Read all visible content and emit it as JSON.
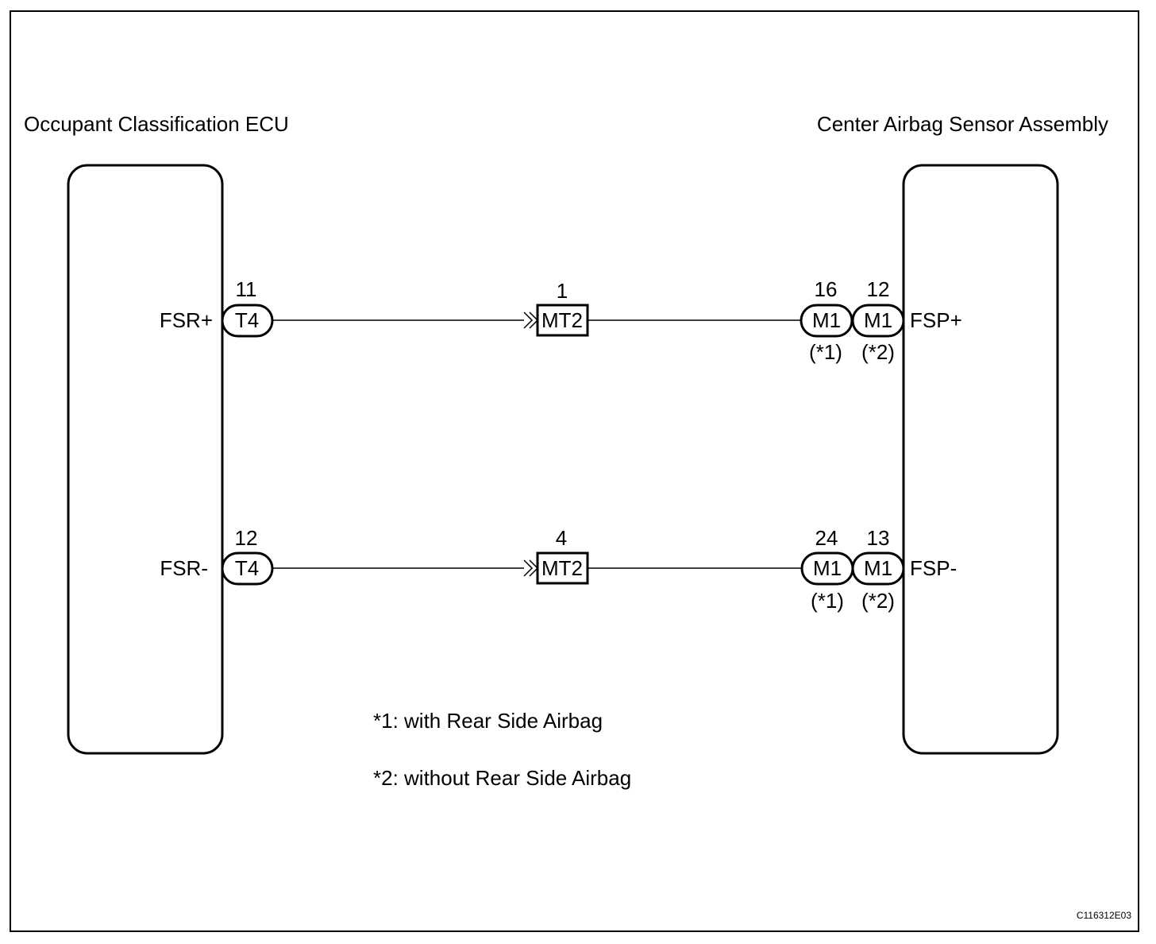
{
  "diagram": {
    "ecu_left": {
      "title": "Occupant Classification ECU"
    },
    "ecu_right": {
      "title": "Center Airbag Sensor Assembly"
    },
    "circuits": [
      {
        "left_terminal": "FSR+",
        "left_pin": "11",
        "left_connector": "T4",
        "junction_pin": "1",
        "junction_connector": "MT2",
        "right_pin_a": "16",
        "right_connector_a": "M1",
        "right_variant_a": "(*1)",
        "right_pin_b": "12",
        "right_connector_b": "M1",
        "right_variant_b": "(*2)",
        "right_terminal": "FSP+"
      },
      {
        "left_terminal": "FSR-",
        "left_pin": "12",
        "left_connector": "T4",
        "junction_pin": "4",
        "junction_connector": "MT2",
        "right_pin_a": "24",
        "right_connector_a": "M1",
        "right_variant_a": "(*1)",
        "right_pin_b": "13",
        "right_connector_b": "M1",
        "right_variant_b": "(*2)",
        "right_terminal": "FSP-"
      }
    ],
    "notes": [
      "*1: with Rear Side Airbag",
      "*2: without Rear Side Airbag"
    ],
    "figure_code": "C116312E03"
  }
}
